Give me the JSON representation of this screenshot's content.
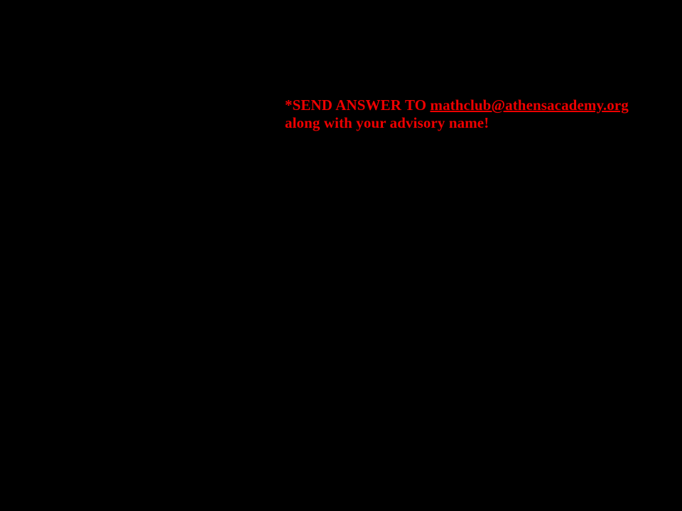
{
  "slide": {
    "background_color": "#000000",
    "accent_color": "#ee0000"
  },
  "note": {
    "asterisk": "*",
    "lead_text": "SEND ANSWER TO ",
    "email": "mathclub@athensacademy.org",
    "line_2": "along with your advisory name!",
    "full_text": "*SEND ANSWER TO mathclub@athensacademy.org along with your advisory name!"
  }
}
